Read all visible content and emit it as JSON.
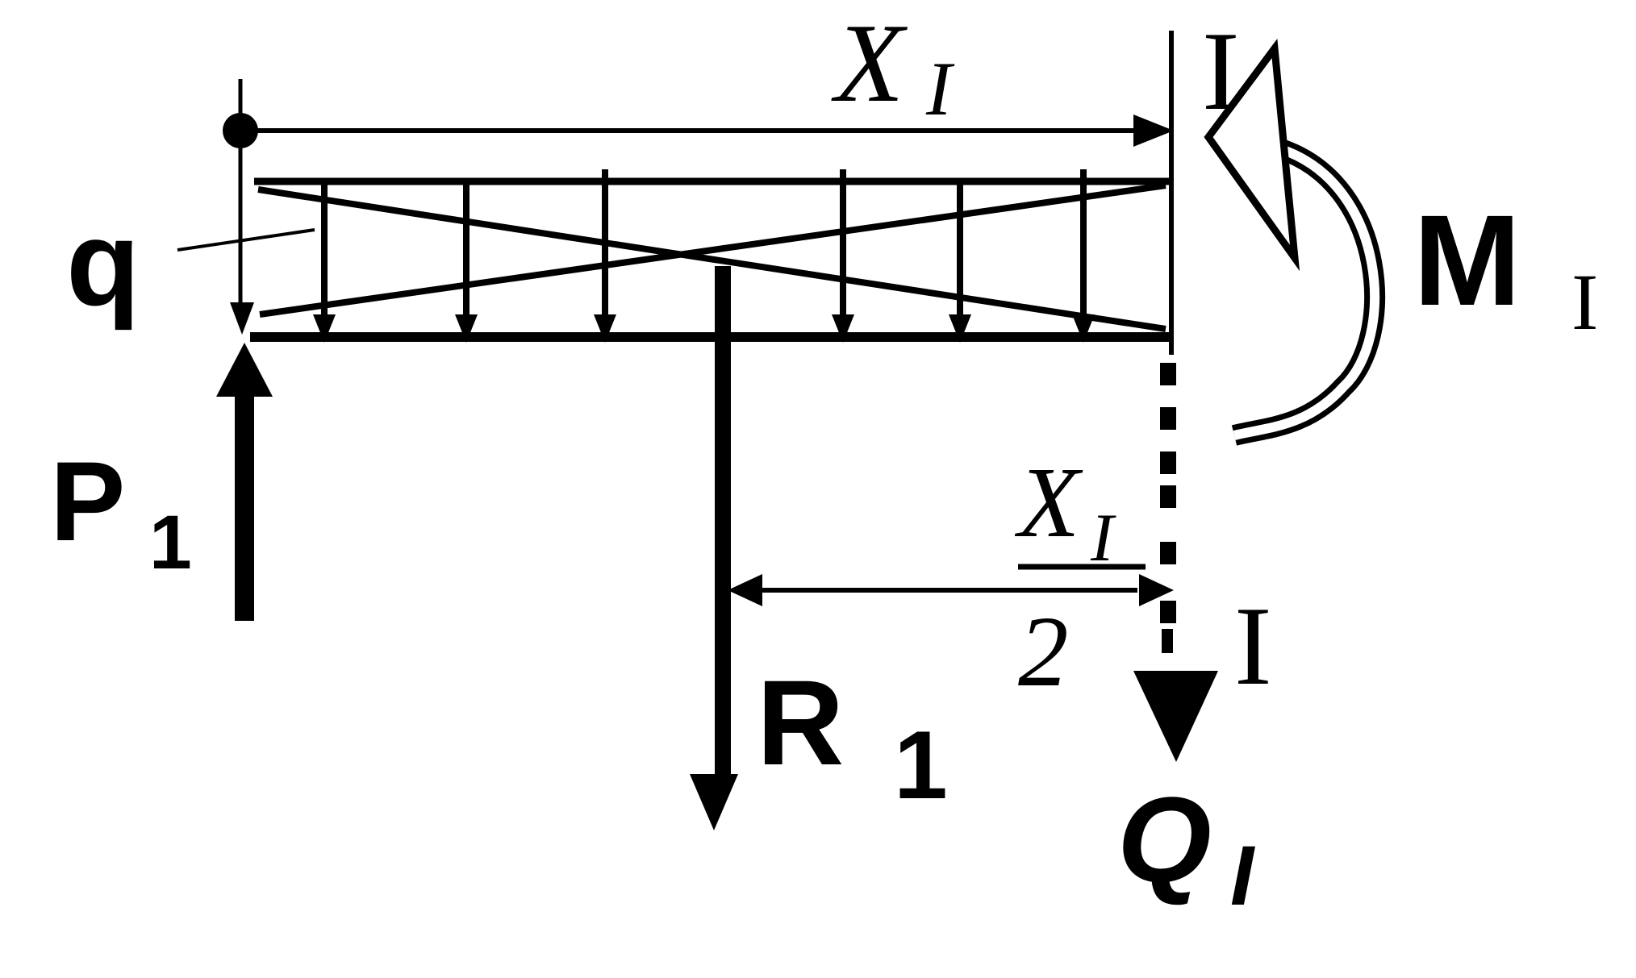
{
  "labels": {
    "q": "q",
    "p_main": "P",
    "p_sub": "1",
    "r_main": "R",
    "r_sub": "1",
    "m_main": "M",
    "m_sub": "I",
    "x_top_main": "X",
    "x_top_sub": "I",
    "x_frac_main": "X",
    "x_frac_sub": "I",
    "x_frac_den": "2",
    "q_main": "Q",
    "q_sub": "I",
    "section_top": "I",
    "section_bottom": "I"
  },
  "colors": {
    "ink": "#000000",
    "background": "#ffffff"
  }
}
